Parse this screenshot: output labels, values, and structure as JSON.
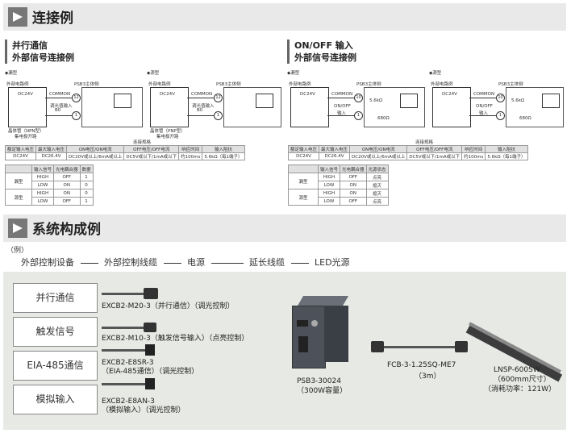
{
  "sections": {
    "connection": {
      "title": "连接例"
    },
    "system": {
      "title": "系统构成例"
    }
  },
  "parallel": {
    "title_line1": "并行通信",
    "title_line2": "外部信号连接例",
    "sink": {
      "type_label": "◆漏型",
      "ext_circuit": "外部电路例",
      "main_body": "PSB3主体侧",
      "dc24v": "DC24V",
      "common": "COMMON",
      "input_label": "调光值输入",
      "input_b0": "B0",
      "pin_top": "12",
      "pin_bottom": "1",
      "switch_label1": "晶体管（NPN型）",
      "switch_label2": "集电极开路"
    },
    "source": {
      "type_label": "◆源型",
      "ext_circuit": "外部电路例",
      "main_body": "PSB3主体侧",
      "dc24v": "DC24V",
      "common": "COMMON",
      "input_label": "调光值输入",
      "input_b0": "B0",
      "pin_top": "12",
      "pin_bottom": "1",
      "switch_label1": "晶体管（PNP型）",
      "switch_label2": "集电极开路"
    },
    "spec": {
      "caption": "连接规格",
      "headers": [
        "额定输入电压",
        "最大输入电压",
        "ON电压/ON电流",
        "OFF电压/OFF电流",
        "响应时间",
        "输入阻抗"
      ],
      "values": [
        "DC24V",
        "DC26.4V",
        "DC20V或以上/6mA或以上",
        "DC5V或以下/1mA或以下",
        "约100ms",
        "5.6kΩ（每1端子）"
      ]
    },
    "state": {
      "headers": [
        "输入信号",
        "光电耦合器",
        "数据"
      ],
      "rows": [
        {
          "group": "漏型",
          "signal": "HIGH",
          "coupler": "OFF",
          "data": "1"
        },
        {
          "group": "",
          "signal": "LOW",
          "coupler": "ON",
          "data": "0"
        },
        {
          "group": "源型",
          "signal": "HIGH",
          "coupler": "ON",
          "data": "0"
        },
        {
          "group": "",
          "signal": "LOW",
          "coupler": "OFF",
          "data": "1"
        }
      ]
    }
  },
  "onoff": {
    "title_line1": "ON/OFF 输入",
    "title_line2": "外部信号连接例",
    "sink": {
      "type_label": "◆漏型",
      "ext_circuit": "外部电路例",
      "main_body": "PSB3主体侧",
      "dc24v": "DC24V",
      "common": "COMMON",
      "input_label1": "ON/OFF",
      "input_label2": "输入",
      "res1": "5.6kΩ",
      "res2": "680Ω",
      "pin_top": "10",
      "pin_bottom": "1"
    },
    "source": {
      "type_label": "◆源型",
      "ext_circuit": "外部电路例",
      "main_body": "PSB3主体侧",
      "dc24v": "DC24V",
      "common": "COMMON",
      "input_label1": "ON/OFF",
      "input_label2": "输入",
      "res1": "5.6kΩ",
      "res2": "680Ω",
      "pin_top": "10",
      "pin_bottom": "1"
    },
    "spec": {
      "caption": "连接规格",
      "headers": [
        "额定输入电压",
        "最大输入电压",
        "ON电压/ON电流",
        "OFF电压/OFF电流",
        "响应时间",
        "输入阻抗"
      ],
      "values": [
        "DC24V",
        "DC26.4V",
        "DC20V或以上/6mA或以上",
        "DC5V或以下/1mA或以下",
        "约100ms",
        "5.6kΩ（每1端子）"
      ]
    },
    "state": {
      "headers": [
        "输入信号",
        "光电耦合器",
        "光源状态"
      ],
      "rows": [
        {
          "group": "漏型",
          "signal": "HIGH",
          "coupler": "OFF",
          "state": "点亮"
        },
        {
          "group": "",
          "signal": "LOW",
          "coupler": "ON",
          "state": "熄灭"
        },
        {
          "group": "源型",
          "signal": "HIGH",
          "coupler": "ON",
          "state": "熄灭"
        },
        {
          "group": "",
          "signal": "LOW",
          "coupler": "OFF",
          "state": "点亮"
        }
      ]
    }
  },
  "system": {
    "example": "（例）",
    "chain": [
      "外部控制设备",
      "外部控制线缆",
      "电源",
      "延长线缆",
      "LED光源"
    ],
    "signals": [
      "并行通信",
      "触发信号",
      "EIA-485通信",
      "模拟输入"
    ],
    "cables": [
      {
        "line1": "EXCB2-M20-3（并行通信）（调光控制）",
        "line2": ""
      },
      {
        "line1": "EXCB2-M10-3（触发信号输入）（点亮控制）",
        "line2": ""
      },
      {
        "line1": "EXCB2-E8SR-3",
        "line2": "（EIA-485通信）（调光控制）"
      },
      {
        "line1": "EXCB2-E8AN-3",
        "line2": "（模拟输入）（调光控制）"
      }
    ],
    "power": {
      "model": "PSB3-30024",
      "note": "（300W容量）"
    },
    "ext_cable": {
      "model": "FCB-3-1.25SQ-ME7",
      "note": "（3m）"
    },
    "led": {
      "model": "LNSP-600SW",
      "note1": "（600mm尺寸）",
      "note2": "（消耗功率：121W）"
    }
  }
}
